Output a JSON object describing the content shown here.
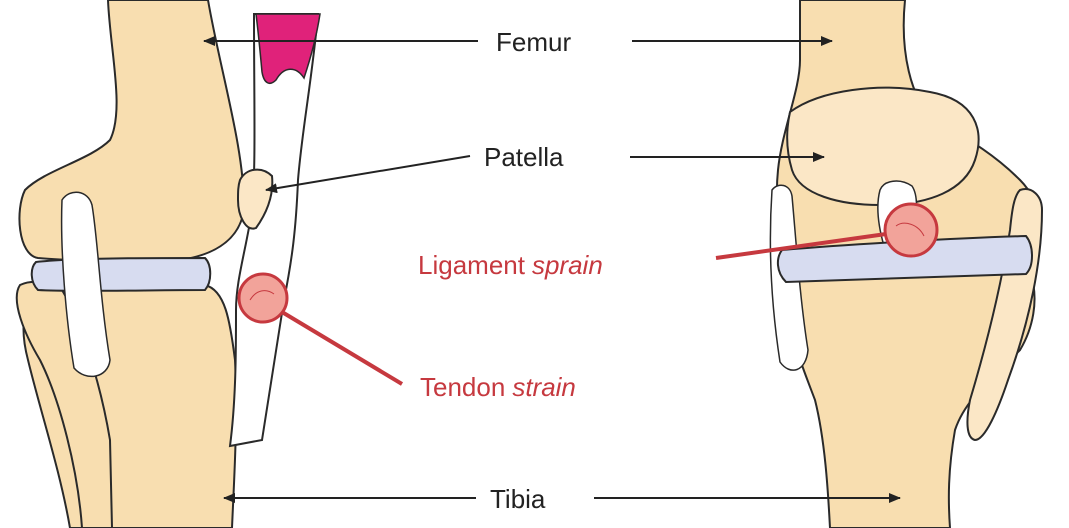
{
  "labels": {
    "femur": "Femur",
    "patella": "Patella",
    "tibia": "Tibia",
    "ligament_prefix": "Ligament",
    "ligament_suffix": "sprain",
    "tendon_prefix": "Tendon",
    "tendon_suffix": "strain"
  },
  "colors": {
    "bone": "#f8deb0",
    "bone_light": "#fbe7c6",
    "cartilage": "#d7dcf0",
    "outline": "#2a2a2a",
    "muscle": "#e0227a",
    "injury": "#c6393f",
    "injury_fill": "#f2a39a",
    "text": "#222222"
  },
  "icons": {
    "pointer": "arrowhead"
  }
}
